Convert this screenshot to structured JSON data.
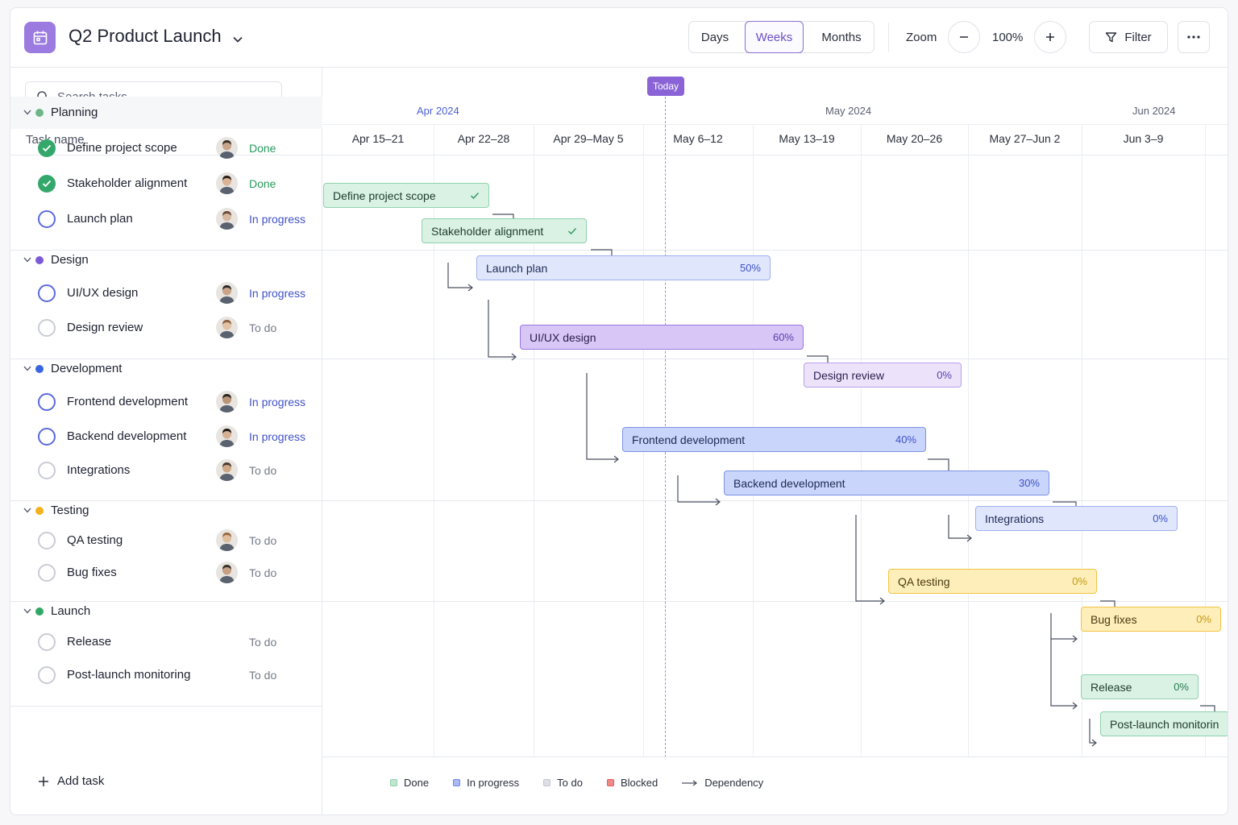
{
  "header": {
    "title": "Q2 Product Launch",
    "view_tabs": [
      "Days",
      "Weeks",
      "Months"
    ],
    "active_view": "Weeks",
    "zoom_label": "Zoom",
    "zoom_value": "100%",
    "filter_label": "Filter"
  },
  "sidebar": {
    "search_placeholder": "Search tasks...",
    "column_header": "Task name",
    "add_task_label": "Add task",
    "groups": [
      {
        "name": "Planning",
        "color": "#6fb58a",
        "tasks": [
          {
            "name": "Define project scope",
            "status": "Done",
            "state": "done"
          },
          {
            "name": "Stakeholder alignment",
            "status": "Done",
            "state": "done"
          },
          {
            "name": "Launch plan",
            "status": "In progress",
            "state": "prog"
          }
        ]
      },
      {
        "name": "Design",
        "color": "#7a5ad6",
        "tasks": [
          {
            "name": "UI/UX design",
            "status": "In progress",
            "state": "prog"
          },
          {
            "name": "Design review",
            "status": "To do",
            "state": "todo"
          }
        ]
      },
      {
        "name": "Development",
        "color": "#3a64e0",
        "tasks": [
          {
            "name": "Frontend development",
            "status": "In progress",
            "state": "prog"
          },
          {
            "name": "Backend development",
            "status": "In progress",
            "state": "prog"
          },
          {
            "name": "Integrations",
            "status": "To do",
            "state": "todo"
          }
        ]
      },
      {
        "name": "Testing",
        "color": "#f3b21c",
        "tasks": [
          {
            "name": "QA testing",
            "status": "To do",
            "state": "todo"
          },
          {
            "name": "Bug fixes",
            "status": "To do",
            "state": "todo"
          }
        ]
      },
      {
        "name": "Launch",
        "color": "#2fa866",
        "tasks": [
          {
            "name": "Release",
            "status": "To do",
            "state": "todo"
          },
          {
            "name": "Post-launch monitoring",
            "status": "To do",
            "state": "todo"
          }
        ]
      }
    ]
  },
  "timeline": {
    "months": [
      "Apr 2024",
      "May 2024",
      "Jun 2024"
    ],
    "weeks": [
      "Apr 15–21",
      "Apr 22–28",
      "Apr 29–May 5",
      "May 6–12",
      "May 13–19",
      "May 20–26",
      "May 27–Jun 2",
      "Jun 3–9"
    ],
    "today_label": "Today",
    "bars": [
      {
        "name": "Define project scope",
        "pct": ""
      },
      {
        "name": "Stakeholder alignment",
        "pct": ""
      },
      {
        "name": "Launch plan",
        "pct": "50%"
      },
      {
        "name": "UI/UX design",
        "pct": "60%"
      },
      {
        "name": "Design review",
        "pct": "0%"
      },
      {
        "name": "Frontend development",
        "pct": "40%"
      },
      {
        "name": "Backend development",
        "pct": "30%"
      },
      {
        "name": "Integrations",
        "pct": "0%"
      },
      {
        "name": "QA testing",
        "pct": "0%"
      },
      {
        "name": "Bug fixes",
        "pct": "0%"
      },
      {
        "name": "Release",
        "pct": "0%"
      },
      {
        "name": "Post-launch monitoring",
        "pct": ""
      }
    ]
  },
  "legend": {
    "items": [
      {
        "label": "Done",
        "color": "#8fd1ac"
      },
      {
        "label": "In progress",
        "color": "#6f86e6"
      },
      {
        "label": "To do",
        "color": "#c3c7d0"
      },
      {
        "label": "Blocked",
        "color": "#e85a5a"
      }
    ],
    "dependency_label": "Dependency"
  }
}
